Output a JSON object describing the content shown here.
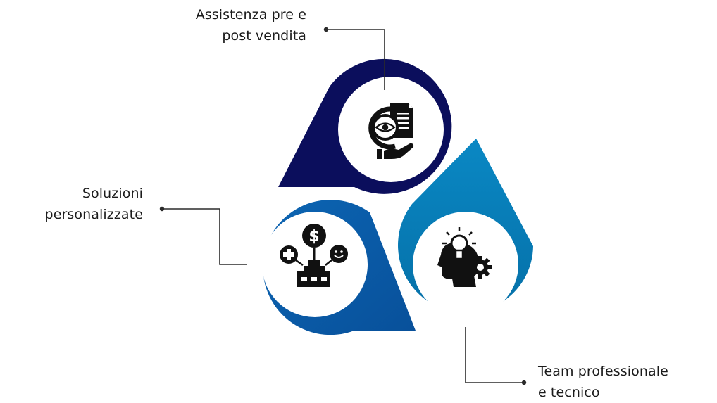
{
  "items": [
    {
      "id": "assistenza",
      "lines": [
        "Assistenza pre e",
        "post vendita"
      ],
      "color": "#0b0e5c",
      "icon": "eye-document-hand-icon"
    },
    {
      "id": "soluzioni",
      "lines": [
        "Soluzioni",
        "personalizzate"
      ],
      "color": "#0a5aa6",
      "icon": "business-options-icon"
    },
    {
      "id": "team",
      "lines": [
        "Team professionale",
        "e tecnico"
      ],
      "color": "#0877b3",
      "icon": "head-lightbulb-gear-icon"
    }
  ],
  "colors": {
    "connector": "#2b2b2b",
    "inner_circle": "#ffffff",
    "icon": "#111111"
  }
}
